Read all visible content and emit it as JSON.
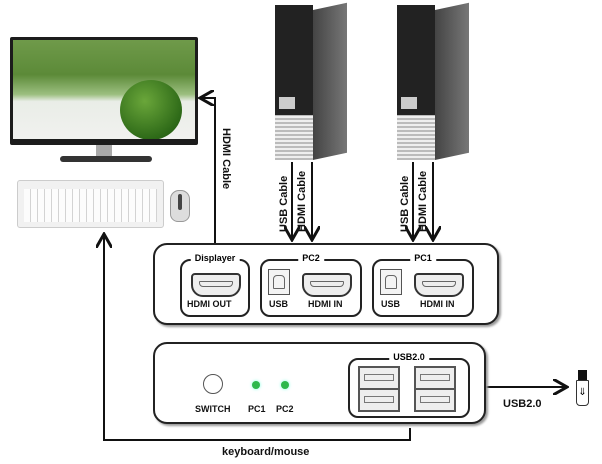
{
  "devices": {
    "monitor": "monitor",
    "keyboard": "keyboard",
    "mouse": "mouse",
    "pc_left": "PC2 computer",
    "pc_right": "PC1 computer",
    "usb_drive": "usb-flash-drive"
  },
  "cables": {
    "monitor_hdmi": "HDMI Cable",
    "pc2_usb": "USB Cable",
    "pc2_hdmi": "HDMI Cable",
    "pc1_usb": "USB Cable",
    "pc1_hdmi": "HDMI Cable",
    "usb_out": "USB2.0",
    "keyboard_mouse": "keyboard/mouse"
  },
  "back_panel": {
    "displayer": {
      "title": "Displayer",
      "port_label": "HDMI OUT"
    },
    "pc2": {
      "title": "PC2",
      "usb_label": "USB",
      "hdmi_label": "HDMI IN"
    },
    "pc1": {
      "title": "PC1",
      "usb_label": "USB",
      "hdmi_label": "HDMI IN"
    }
  },
  "front_panel": {
    "switch_label": "SWITCH",
    "led1_label": "PC1",
    "led2_label": "PC2",
    "led_color": "#2db84d",
    "usb_hub_title": "USB2.0"
  }
}
